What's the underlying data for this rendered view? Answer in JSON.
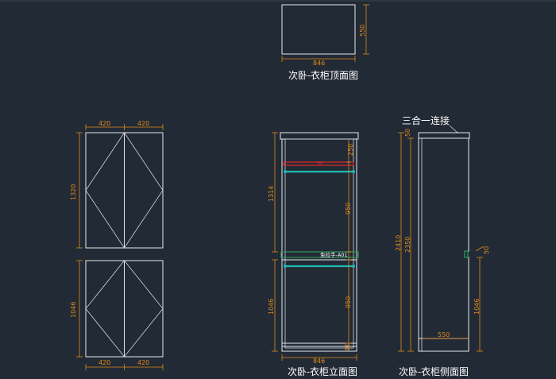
{
  "views": {
    "top_view_title": "次卧-衣柜顶面图",
    "elevation_title": "次卧-衣柜立面图",
    "side_view_title": "次卧-衣柜侧面图"
  },
  "annotations": {
    "three_in_one": "三合一连接",
    "handle_label": "免拉手-A01",
    "red_label": "50"
  },
  "dimensions": {
    "top_width": "846",
    "top_depth": "550",
    "door_top_left": "420",
    "door_top_right": "420",
    "door_bottom_left": "420",
    "door_bottom_right": "420",
    "door_upper_height": "1320",
    "door_lower_height": "1046",
    "elev_upper_height": "1314",
    "elev_lower_height": "1046",
    "elev_top_gap": "250",
    "elev_upper_inner": "950",
    "elev_lower_inner": "950",
    "elev_bottom": "80",
    "elev_width": "846",
    "side_small_top": "50",
    "side_total": "2410",
    "side_body": "2350",
    "side_notch": "50",
    "side_lower": "1046",
    "side_depth": "550"
  },
  "colors": {
    "background": "#222a35",
    "line": "#e6e9ee",
    "dimension": "#e08a1a",
    "rod": "#1fb8b0",
    "handle": "#2e9a55",
    "accent_red": "#e0282b"
  }
}
